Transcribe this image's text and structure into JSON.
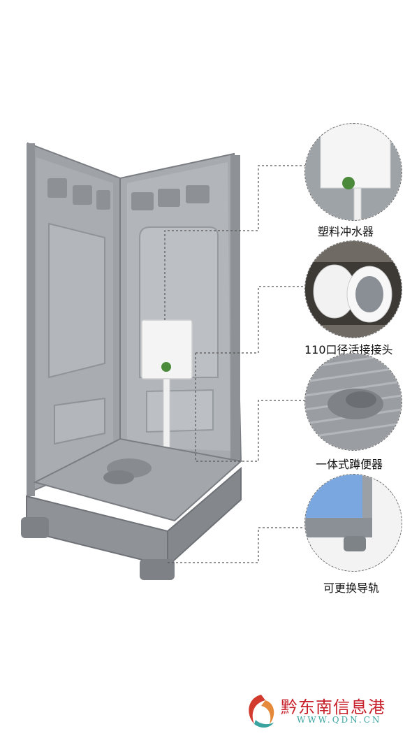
{
  "callouts": [
    {
      "label": "塑料冲水器",
      "icon": "flush-tank-icon"
    },
    {
      "label": "110口径活接接头",
      "icon": "pipe-union-icon"
    },
    {
      "label": "一体式蹲便器",
      "icon": "squat-toilet-icon"
    },
    {
      "label": "可更换导轨",
      "icon": "guide-rail-icon"
    }
  ],
  "watermark": {
    "name": "黔东南信息港",
    "url": "WWW.QDN.CN"
  },
  "colors": {
    "shell": "#9ea1a5",
    "shell_dark": "#7f8388",
    "panel": "#b9bcc0",
    "tank": "#f4f4f4",
    "door_blue": "#7aa7df",
    "wm_red": "#c8202a",
    "wm_teal": "#3aa3a0"
  }
}
